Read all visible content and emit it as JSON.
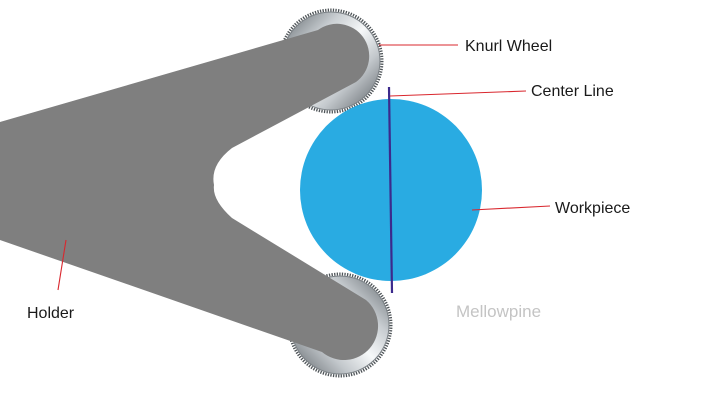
{
  "labels": {
    "knurl_wheel": "Knurl Wheel",
    "center_line": "Center Line",
    "workpiece": "Workpiece",
    "holder": "Holder"
  },
  "watermark": "Mellowpine",
  "colors": {
    "holder": "#7f7f7f",
    "workpiece": "#29abe2",
    "center_line": "#3c2a8c",
    "leader_line": "#d9272e",
    "wheel_dark": "#6e7478",
    "wheel_light": "#f4f6f7",
    "watermark": "#c4c4c4"
  }
}
